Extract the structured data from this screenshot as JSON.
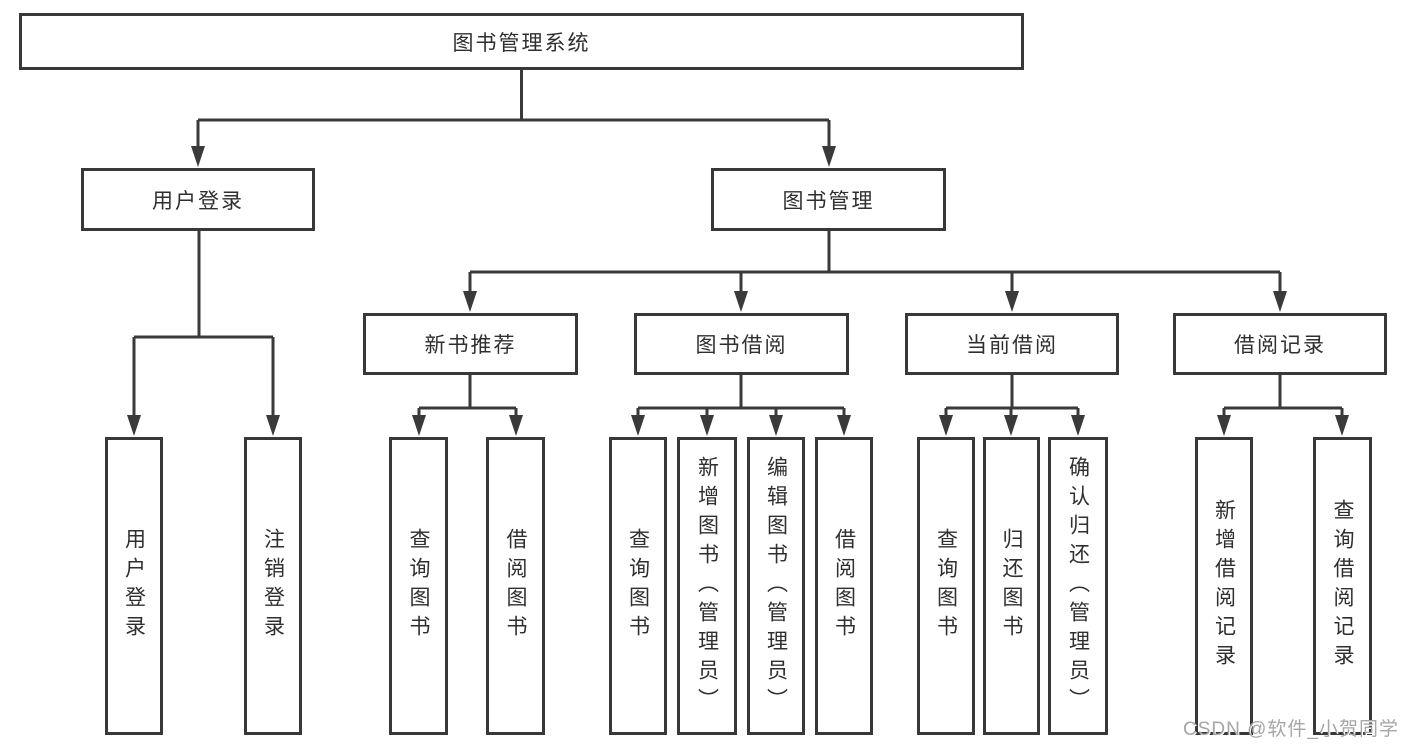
{
  "tree": {
    "label": "图书管理系统",
    "children": [
      {
        "label": "用户登录",
        "children": [
          {
            "label": "用户登录"
          },
          {
            "label": "注销登录"
          }
        ]
      },
      {
        "label": "图书管理",
        "children": [
          {
            "label": "新书推荐",
            "children": [
              {
                "label": "查询图书"
              },
              {
                "label": "借阅图书"
              }
            ]
          },
          {
            "label": "图书借阅",
            "children": [
              {
                "label": "查询图书"
              },
              {
                "label": "新增图书（管理员）"
              },
              {
                "label": "编辑图书（管理员）"
              },
              {
                "label": "借阅图书"
              }
            ]
          },
          {
            "label": "当前借阅",
            "children": [
              {
                "label": "查询图书"
              },
              {
                "label": "归还图书"
              },
              {
                "label": "确认归还（管理员）"
              }
            ]
          },
          {
            "label": "借阅记录",
            "children": [
              {
                "label": "新增借阅记录"
              },
              {
                "label": "查询借阅记录"
              }
            ]
          }
        ]
      }
    ]
  },
  "watermark": "CSDN @软件_小贺同学",
  "colors": {
    "line": "#3a3a3a",
    "box_border": "#383838",
    "text": "#2f2f2f",
    "watermark": "#a6a6a6",
    "background": "#ffffff"
  }
}
